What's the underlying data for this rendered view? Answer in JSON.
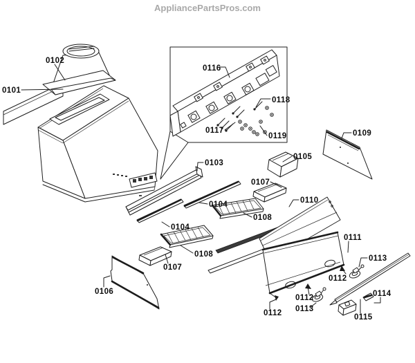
{
  "page": {
    "watermark": "AppliancePartsPros.com",
    "background_color": "#ffffff",
    "line_color": "#1c1c1c",
    "watermark_color": "#a9a9a9"
  },
  "diagram": {
    "type": "exploded-parts-diagram",
    "callouts": [
      {
        "text": "0101"
      },
      {
        "text": "0102"
      },
      {
        "text": "0116"
      },
      {
        "text": "0118"
      },
      {
        "text": "0117"
      },
      {
        "text": "0119"
      },
      {
        "text": "0109"
      },
      {
        "text": "0105"
      },
      {
        "text": "0103"
      },
      {
        "text": "0107"
      },
      {
        "text": "0104"
      },
      {
        "text": "0110"
      },
      {
        "text": "0108"
      },
      {
        "text": "0104"
      },
      {
        "text": "0111"
      },
      {
        "text": "0108"
      },
      {
        "text": "0113"
      },
      {
        "text": "0107"
      },
      {
        "text": "0106"
      },
      {
        "text": "0112"
      },
      {
        "text": "0112"
      },
      {
        "text": "0114"
      },
      {
        "text": "0113"
      },
      {
        "text": "0112"
      },
      {
        "text": "0115"
      }
    ]
  }
}
